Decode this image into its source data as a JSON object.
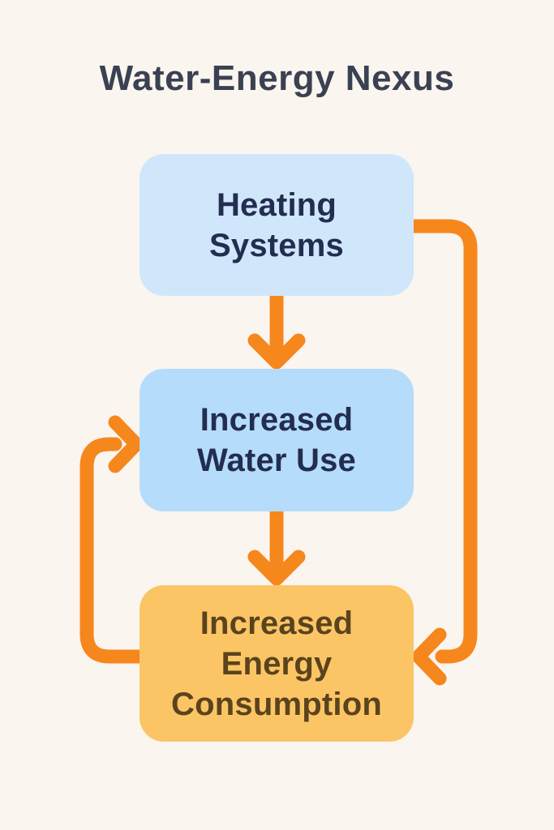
{
  "title": "Water-Energy Nexus",
  "colors": {
    "background": "#faf5ef",
    "title_text": "#3a4152",
    "node_heating_fill": "#d0e7fb",
    "node_water_fill": "#b5dcfa",
    "node_energy_fill": "#fbc566",
    "node_blue_text": "#222d4f",
    "node_amber_text": "#5a431d",
    "arrow": "#f6871d"
  },
  "diagram": {
    "nodes": [
      {
        "id": "heating-systems",
        "label": "Heating Systems"
      },
      {
        "id": "increased-water-use",
        "label": "Increased Water Use"
      },
      {
        "id": "increased-energy-consumption",
        "label": "Increased Energy Consumption"
      }
    ],
    "edges": [
      {
        "from": "heating-systems",
        "to": "increased-water-use",
        "style": "straight-down"
      },
      {
        "from": "increased-water-use",
        "to": "increased-energy-consumption",
        "style": "straight-down"
      },
      {
        "from": "heating-systems",
        "to": "increased-energy-consumption",
        "style": "right-side-loop"
      },
      {
        "from": "increased-energy-consumption",
        "to": "increased-water-use",
        "style": "left-side-loop"
      }
    ]
  }
}
